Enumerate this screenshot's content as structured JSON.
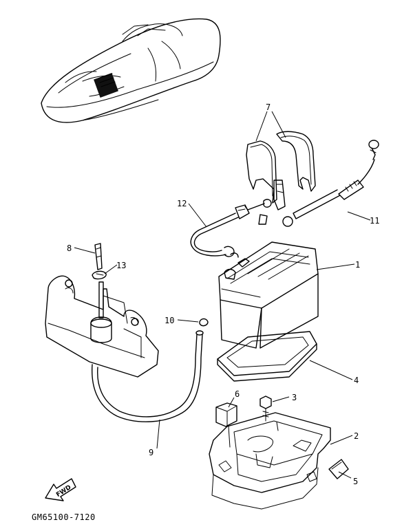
{
  "diagram": {
    "drawing_code": "GM65100-7120",
    "direction_label": "FWD",
    "callouts": [
      {
        "id": "c1",
        "label": "1"
      },
      {
        "id": "c2",
        "label": "2"
      },
      {
        "id": "c3",
        "label": "3"
      },
      {
        "id": "c4",
        "label": "4"
      },
      {
        "id": "c5",
        "label": "5"
      },
      {
        "id": "c6",
        "label": "6"
      },
      {
        "id": "c7",
        "label": "7"
      },
      {
        "id": "c8",
        "label": "8"
      },
      {
        "id": "c9",
        "label": "9"
      },
      {
        "id": "c10",
        "label": "10"
      },
      {
        "id": "c11",
        "label": "11"
      },
      {
        "id": "c12",
        "label": "12"
      },
      {
        "id": "c13",
        "label": "13"
      }
    ]
  }
}
